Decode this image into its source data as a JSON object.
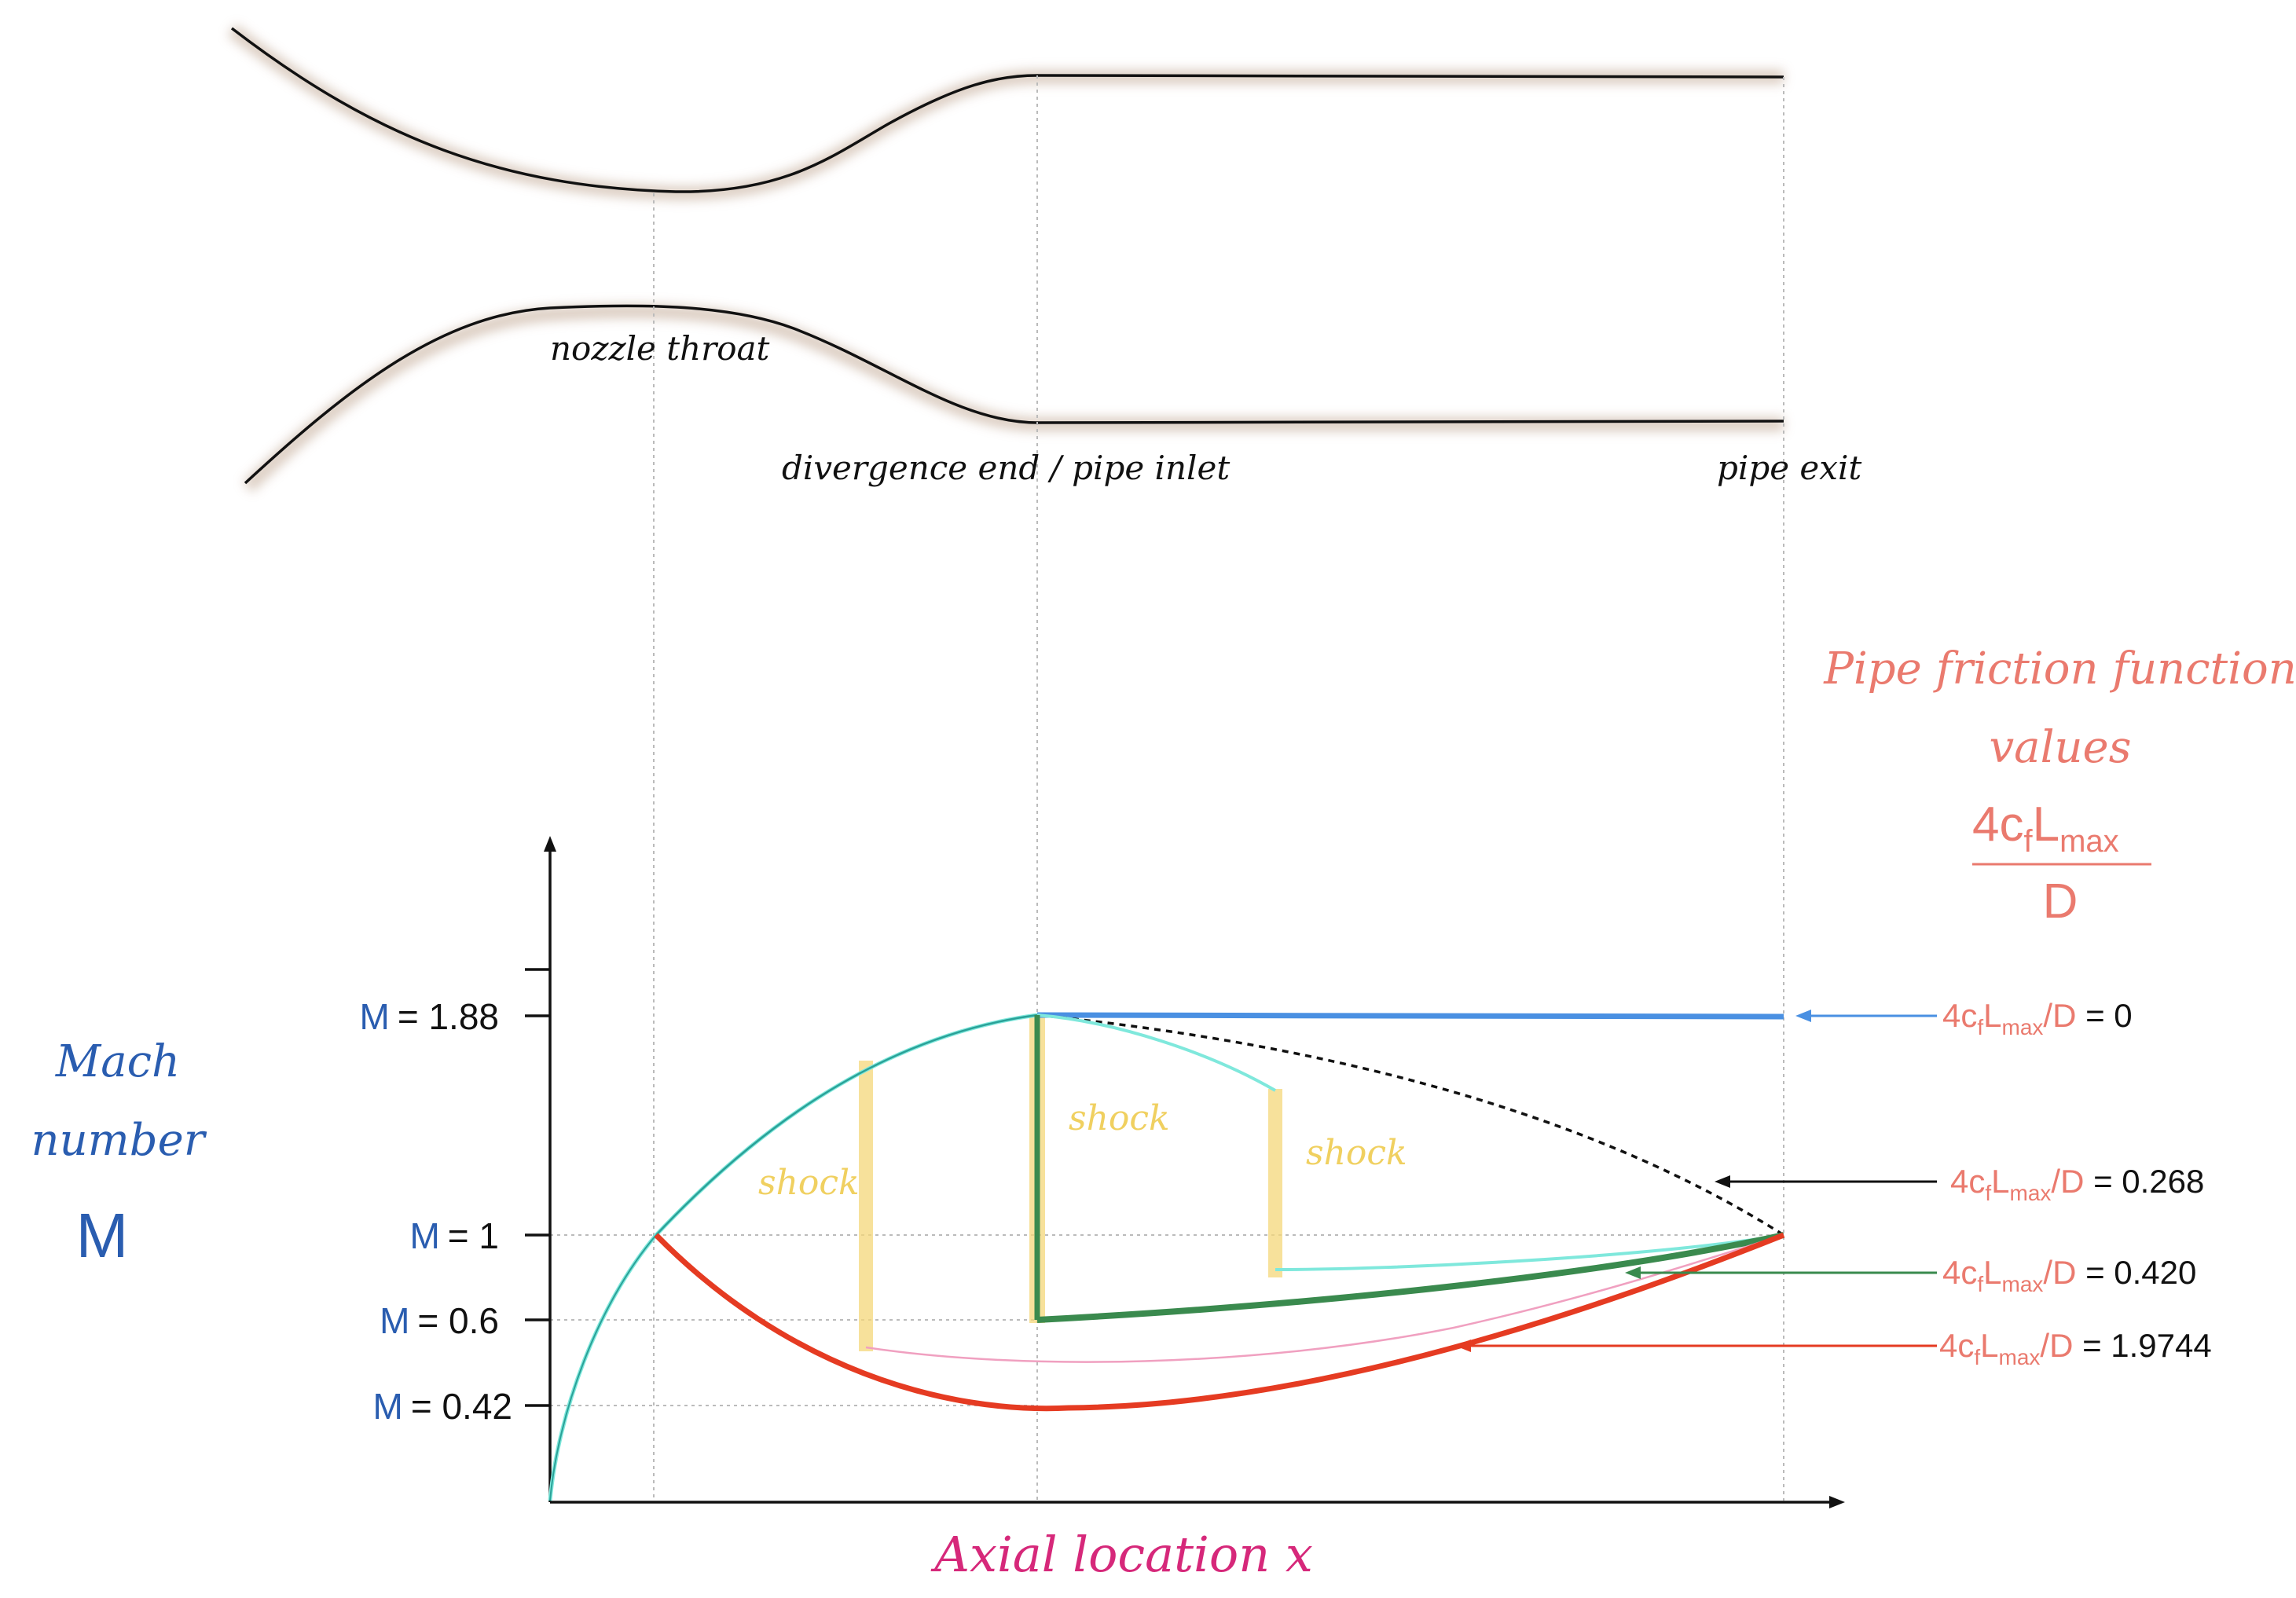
{
  "labels": {
    "nozzle_throat": "nozzle throat",
    "pipe_inlet": "divergence end / pipe inlet",
    "pipe_exit": "pipe exit",
    "friction_title_1": "Pipe friction function",
    "friction_title_2": "values",
    "friction_frac_num": "4c",
    "friction_frac_sub_f": "f",
    "friction_frac_L": "L",
    "friction_frac_sub_max": "max",
    "friction_frac_den": "D",
    "mach_1": "Mach",
    "mach_2": "number",
    "mach_symbol": "M",
    "x_axis": "Axial location x",
    "shock": "shock"
  },
  "y_ticks": [
    {
      "prefix": "M",
      "value": "= 1.88"
    },
    {
      "prefix": "M",
      "value": "= 1"
    },
    {
      "prefix": "M",
      "value": "= 0.6"
    },
    {
      "prefix": "M",
      "value": "= 0.42"
    }
  ],
  "friction_values": [
    {
      "value": "= 0",
      "color": "#4a90e2"
    },
    {
      "value": "= 0.268",
      "color": "#000000"
    },
    {
      "value": "= 0.420",
      "color": "#3a8a4e"
    },
    {
      "value": "= 1.9744",
      "color": "#e53b22"
    }
  ],
  "colors": {
    "blue": "#4a90e2",
    "green": "#3a8a4e",
    "red": "#e53b22",
    "teal": "#2aa198",
    "cyan": "#7fe8dc",
    "pink": "#f0a0c0",
    "yellow": "#f4d77a",
    "salmon": "#ea7a6e",
    "magenta": "#d6287a",
    "mach_blue": "#2a5db0"
  }
}
